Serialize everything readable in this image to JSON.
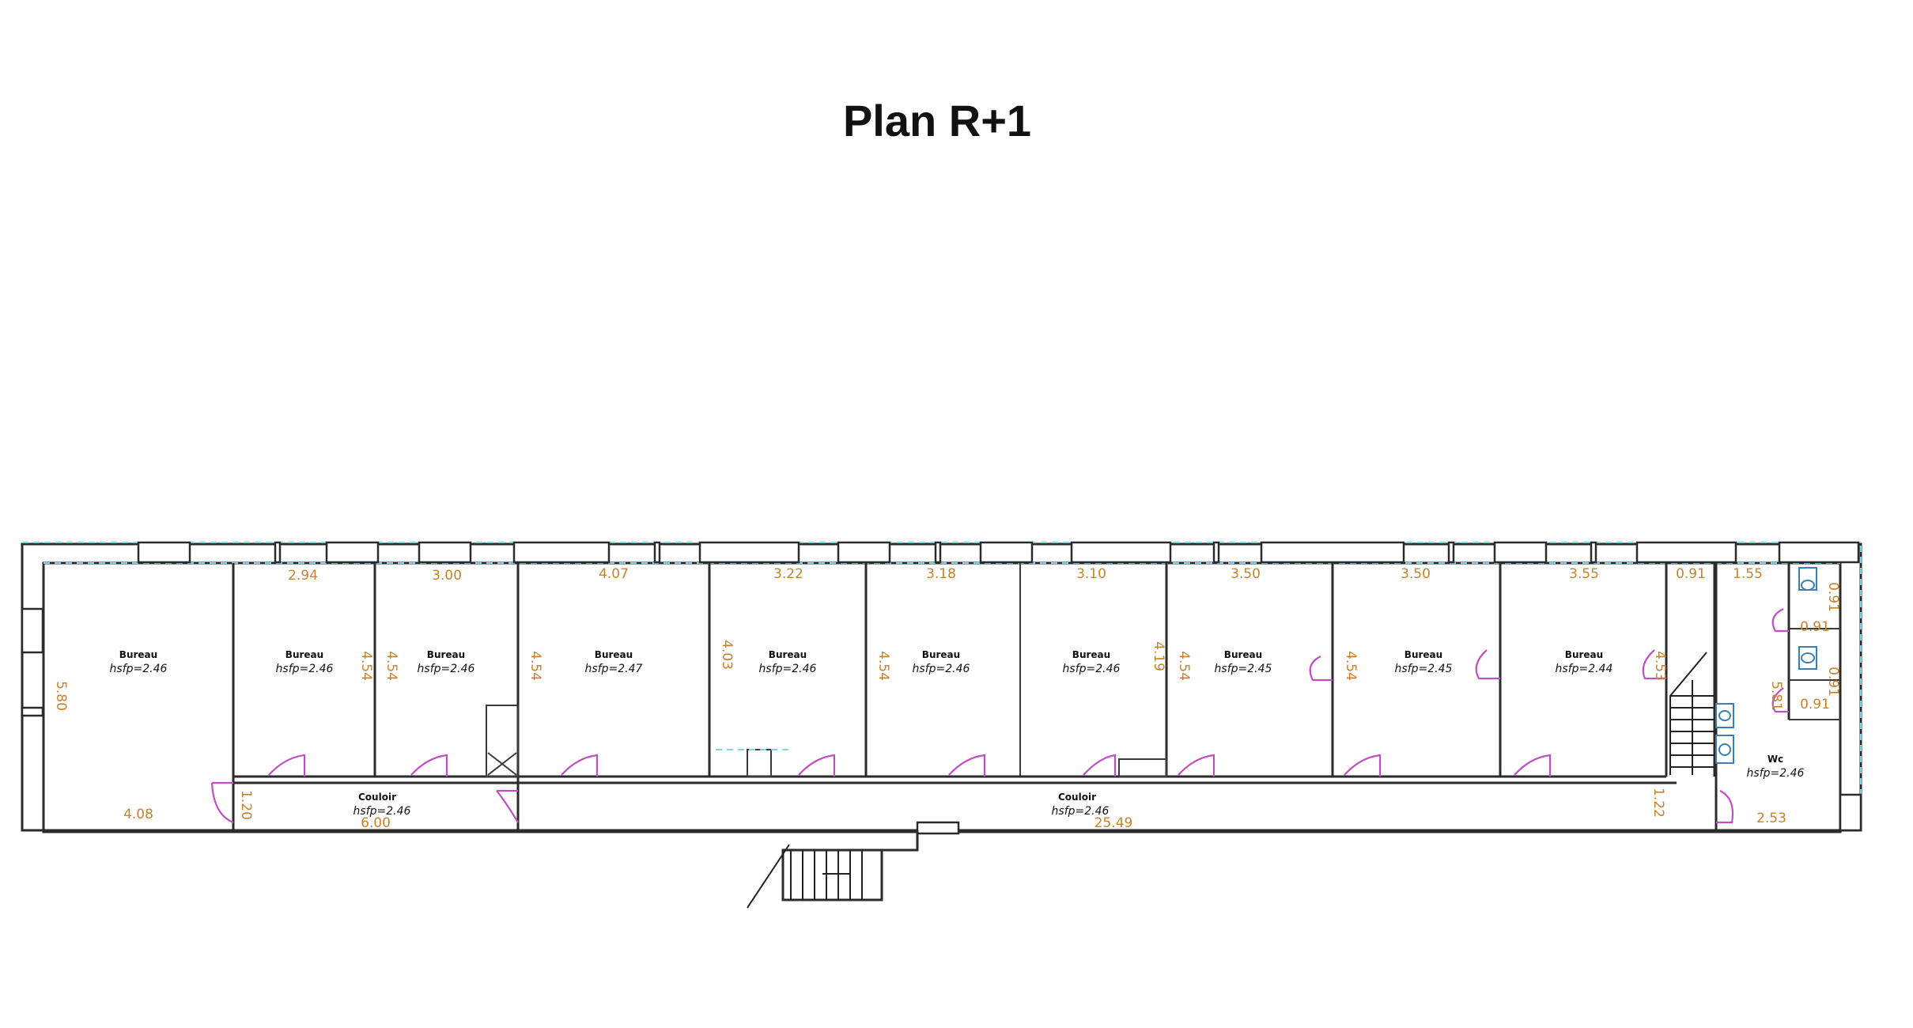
{
  "title": "Plan R+1",
  "rooms": [
    {
      "name": "Bureau",
      "height": "hsfp=2.46"
    },
    {
      "name": "Bureau",
      "height": "hsfp=2.46"
    },
    {
      "name": "Bureau",
      "height": "hsfp=2.46"
    },
    {
      "name": "Bureau",
      "height": "hsfp=2.47"
    },
    {
      "name": "Bureau",
      "height": "hsfp=2.46"
    },
    {
      "name": "Bureau",
      "height": "hsfp=2.46"
    },
    {
      "name": "Bureau",
      "height": "hsfp=2.46"
    },
    {
      "name": "Bureau",
      "height": "hsfp=2.45"
    },
    {
      "name": "Bureau",
      "height": "hsfp=2.45"
    },
    {
      "name": "Bureau",
      "height": "hsfp=2.44"
    },
    {
      "name": "Couloir",
      "height": "hsfp=2.46"
    },
    {
      "name": "Couloir",
      "height": "hsfp=2.46"
    },
    {
      "name": "Wc",
      "height": "hsfp=2.46"
    }
  ],
  "dimensions": [
    "2.94",
    "3.00",
    "4.07",
    "3.22",
    "3.18",
    "3.10",
    "3.50",
    "3.50",
    "3.55",
    "0.91",
    "1.55",
    "5.80",
    "4.54",
    "4.54",
    "4.54",
    "4.03",
    "4.54",
    "4.19",
    "4.54",
    "4.54",
    "4.53",
    "5.81",
    "0.91",
    "0.91",
    "0.91",
    "0.91",
    "4.08",
    "1.20",
    "6.00",
    "25.49",
    "1.22",
    "2.53"
  ]
}
